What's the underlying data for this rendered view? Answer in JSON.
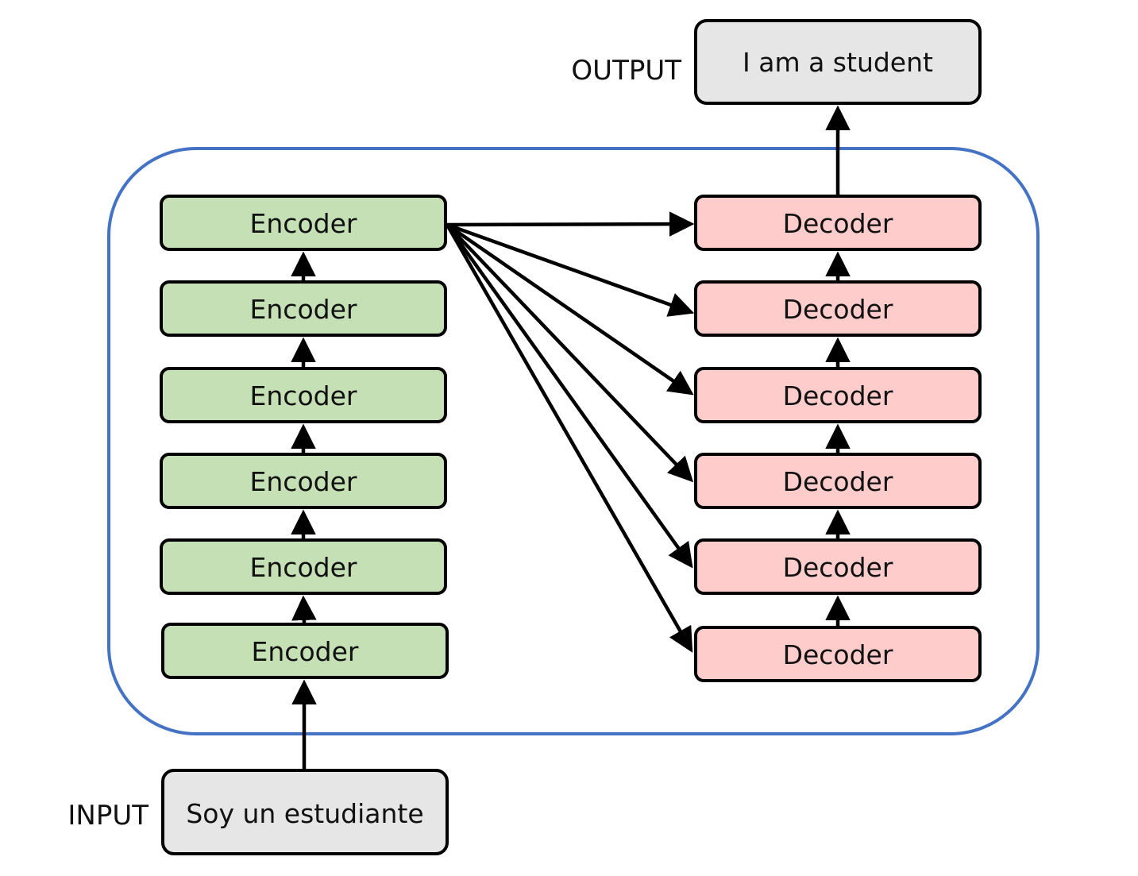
{
  "output": {
    "label": "OUTPUT",
    "text": "I am a student",
    "fill": "#e6e6e6"
  },
  "input": {
    "label": "INPUT",
    "text": "Soy un estudiante",
    "fill": "#e6e6e6"
  },
  "encoders": [
    {
      "label": "Encoder"
    },
    {
      "label": "Encoder"
    },
    {
      "label": "Encoder"
    },
    {
      "label": "Encoder"
    },
    {
      "label": "Encoder"
    },
    {
      "label": "Encoder"
    }
  ],
  "decoders": [
    {
      "label": "Decoder"
    },
    {
      "label": "Decoder"
    },
    {
      "label": "Decoder"
    },
    {
      "label": "Decoder"
    },
    {
      "label": "Decoder"
    },
    {
      "label": "Decoder"
    }
  ],
  "colors": {
    "encoder_fill": "#c5e0b4",
    "decoder_fill": "#ffcccc",
    "container_stroke": "#4472c4",
    "box_stroke": "#000000",
    "arrow": "#000000"
  }
}
